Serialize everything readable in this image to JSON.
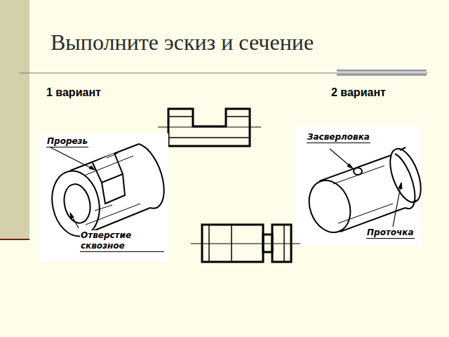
{
  "diagram": {
    "title": "Выполните эскиз и сечение",
    "labels": [
      "1 вариант",
      "2 вариант",
      "Прорезь",
      "Отверстие сквозное",
      "Засверловка",
      "Проточка"
    ]
  }
}
